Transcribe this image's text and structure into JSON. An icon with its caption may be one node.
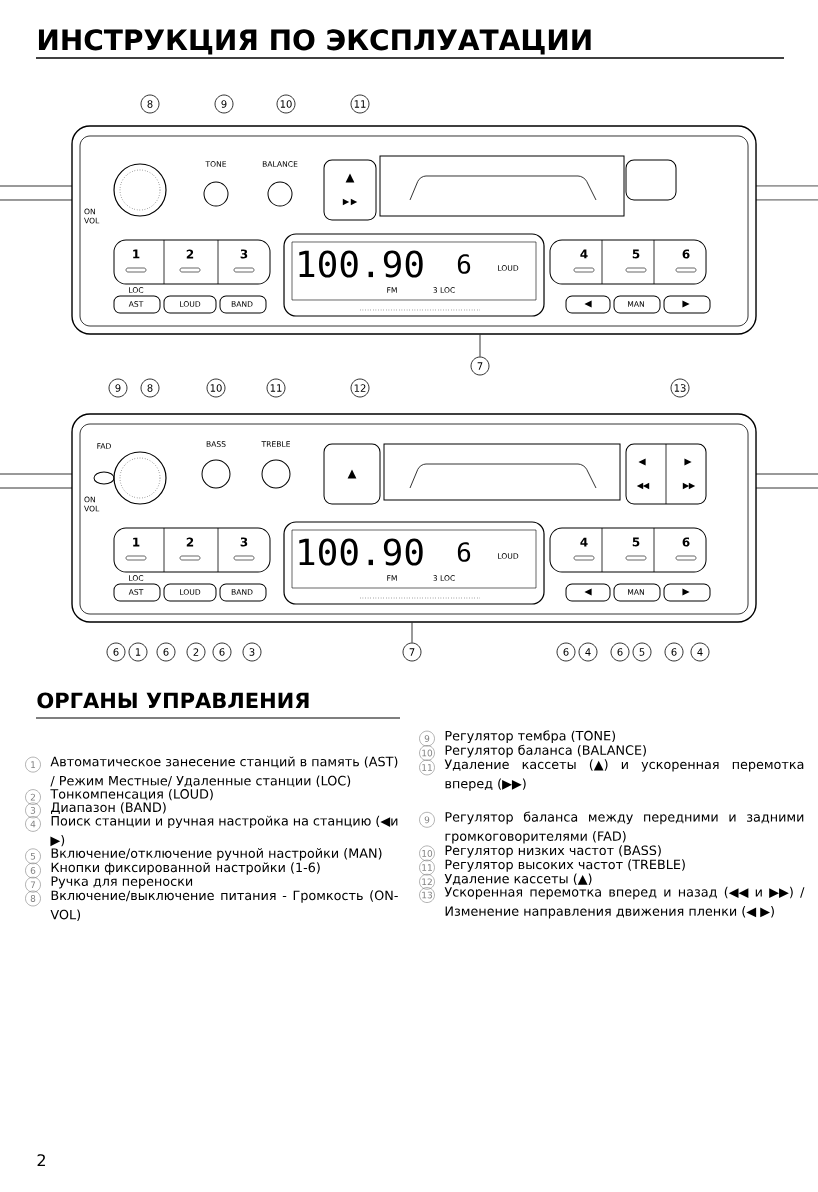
{
  "diagram": {
    "title": "ИНСТРУКЦИЯ ПО ЭКСПЛУАТАЦИИ",
    "nodes": [
      {
        "text": [],
        "shape": "picture"
      },
      {
        "text": [
          "7"
        ]
      },
      {
        "text": [],
        "shape": "picture"
      },
      {
        "text": [
          "7"
        ]
      }
    ],
    "edges": [
      {
        "from": 1,
        "to": 0,
        "arrow": "none"
      },
      {
        "from": 3,
        "to": 2,
        "arrow": "none"
      }
    ],
    "labels": [
      "8",
      "9",
      "10",
      "11",
      "TONE",
      "BALANCE",
      "ON VOL",
      "1",
      "2",
      "3",
      "4",
      "5",
      "6",
      "LOC",
      "AST",
      "LOUD",
      "BAND",
      "100.90",
      "6",
      "LOUD",
      "FM",
      "3 LOC",
      "MAN",
      "9",
      "8",
      "10",
      "11",
      "12",
      "13",
      "FAD",
      "BASS",
      "TREBLE",
      "ON VOL",
      "1",
      "2",
      "3",
      "4",
      "5",
      "6",
      "LOC",
      "AST",
      "LOUD",
      "BAND",
      "100.90",
      "6",
      "LOUD",
      "FM",
      "3 LOC",
      "MAN",
      "6",
      "1",
      "6",
      "2",
      "6",
      "3",
      "6",
      "4",
      "6",
      "5",
      "6",
      "4",
      "ОРГАНЫ УПРАВЛЕНИЯ",
      "1",
      "Автоматическое занесение станций в память (AST) / Режим Местные/ Удаленные станции (LOC)",
      "2",
      "Тонкомпенсация (LOUD)",
      "3",
      "Диапазон (BAND)",
      "4",
      "Поиск станции и ручная настройка на станцию (◀и ▶)",
      "5",
      "Включение/отключение ручной настройки (MAN)",
      "6",
      "Кнопки фиксированной настройки (1-6)",
      "7",
      "Ручка для переноски",
      "8",
      "Включение/выключение питания - Громкость (ON-VOL)",
      "9",
      "Регулятор тембра (TONE)",
      "10",
      "Регулятор баланса (BALANCE)",
      "11",
      "Удаление кассеты (▲) и ускоренная перемотка вперед (▶▶)",
      "9",
      "Регулятор баланса между передними и задними громкоговорителями (FAD)",
      "10",
      "Регулятор низких частот (BASS)",
      "11",
      "Регулятор высоких частот (TREBLE)",
      "12",
      "Удаление кассеты (▲)",
      "13",
      "Ускоренная перемотка вперед и назад (◀◀ и ▶▶) / Изменение направления движения пленки (◀ ▶)",
      "2"
    ]
  }
}
